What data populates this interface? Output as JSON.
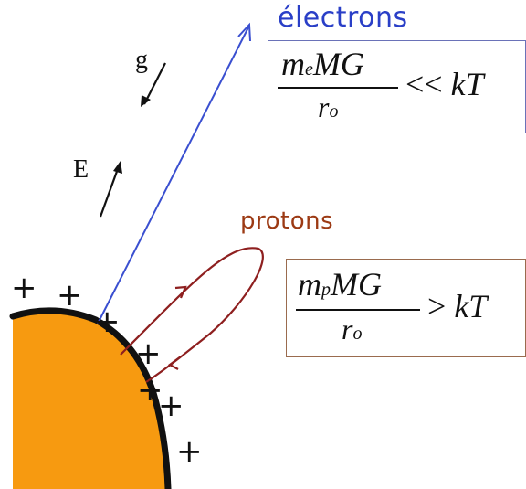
{
  "labels": {
    "electrons": "électrons",
    "protons": "protons",
    "gravity": "g",
    "field": "E"
  },
  "electron_formula": {
    "numerator_m": "m",
    "numerator_sub": "e",
    "numerator_rest": "MG",
    "denominator_r": "r",
    "denominator_sub": "o",
    "relation": "<<",
    "rhs": "kT"
  },
  "proton_formula": {
    "numerator_m": "m",
    "numerator_sub": "p",
    "numerator_rest": "MG",
    "denominator_r": "r",
    "denominator_sub": "o",
    "relation": ">",
    "rhs": "kT"
  },
  "charges": [
    "+",
    "+",
    "+",
    "+",
    "+",
    "+",
    "+"
  ],
  "colors": {
    "star": "#f79a10",
    "star_edge": "#111111",
    "electron_path": "#3a4fd0",
    "proton_path": "#8e1f1f",
    "electron_label": "#2a3fc7",
    "proton_label": "#9c3a14"
  }
}
